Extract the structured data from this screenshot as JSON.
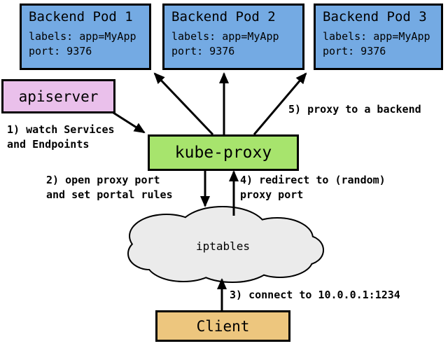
{
  "diagram": {
    "pods": [
      {
        "title": "Backend Pod 1",
        "labels_line": "labels: app=MyApp",
        "port_line": "port: 9376"
      },
      {
        "title": "Backend Pod 2",
        "labels_line": "labels: app=MyApp",
        "port_line": "port: 9376"
      },
      {
        "title": "Backend Pod 3",
        "labels_line": "labels: app=MyApp",
        "port_line": "port: 9376"
      }
    ],
    "apiserver": {
      "label": "apiserver"
    },
    "kube_proxy": {
      "label": "kube-proxy"
    },
    "iptables": {
      "label": "iptables"
    },
    "client": {
      "label": "Client"
    },
    "notes": {
      "step1": "1) watch Services\nand Endpoints",
      "step2": "2) open proxy port\nand set portal rules",
      "step3": "3) connect to 10.0.0.1:1234",
      "step4": "4) redirect to (random)\nproxy port",
      "step5": "5) proxy to a backend"
    },
    "colors": {
      "pod_fill": "#74AAE3",
      "apiserver_fill": "#EAC0EB",
      "kube_proxy_fill": "#A7E46D",
      "cloud_fill": "#EBEBEB",
      "client_fill": "#EDC67E",
      "line": "#000000"
    }
  }
}
